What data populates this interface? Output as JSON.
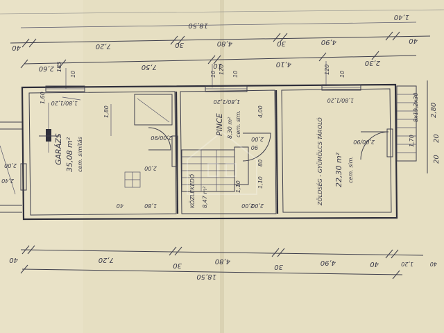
{
  "top_dims": {
    "total": "18,50",
    "row1": [
      "40",
      "7,20",
      "30",
      "4,80",
      "30",
      "4,90",
      "40"
    ],
    "right_tail": "1,40",
    "row2": [
      "2,60",
      "7,50",
      "10",
      "4,10",
      "2,30"
    ],
    "vertical": [
      "185",
      "10",
      "10",
      "120",
      "10",
      "120",
      "10"
    ]
  },
  "bottom_dims": {
    "row1": [
      "40",
      "7,20",
      "30",
      "4,80",
      "30",
      "4,90",
      "40"
    ],
    "row1_extra": [
      "1,20",
      "40"
    ],
    "total": "18,50"
  },
  "right_dims": [
    "2,80",
    "20",
    "20",
    "1,70",
    "8x19,2x30"
  ],
  "left_dims": [
    "1,60",
    "2,00",
    "2,40"
  ],
  "rooms": {
    "garage": {
      "name": "GARÁZS",
      "area": "35,08 m²",
      "floor": "cem. simítás"
    },
    "cellar": {
      "name": "PINCE",
      "area": "8,30 m²",
      "floor": "cem. sim."
    },
    "stairs": {
      "name": "KÖZLEKEDŐ",
      "area": "8,47 m²",
      "floor": ""
    },
    "storage": {
      "name": "ZÖLDSÉG - GYÜMÖLCS TÁROLÓ",
      "area": "22,30 m²",
      "floor": "cem. sim."
    }
  },
  "openings": {
    "garage_window": "1,80/1,20",
    "garage_door": "2,00/90",
    "garage_gate": "2,00",
    "cellar_window": "1,80/1,20",
    "cellar_door_a": "2,00",
    "cellar_door_b": "2,00",
    "cellar_door_c": "90",
    "storage_window": "1,80/1,20",
    "storage_door": "2,00/90",
    "garage_small": "1,80",
    "bottom_tags": [
      "40",
      "1,80",
      "2,00",
      "1,10"
    ],
    "cellar_inner": [
      "4,00",
      "80",
      "1,10"
    ]
  }
}
